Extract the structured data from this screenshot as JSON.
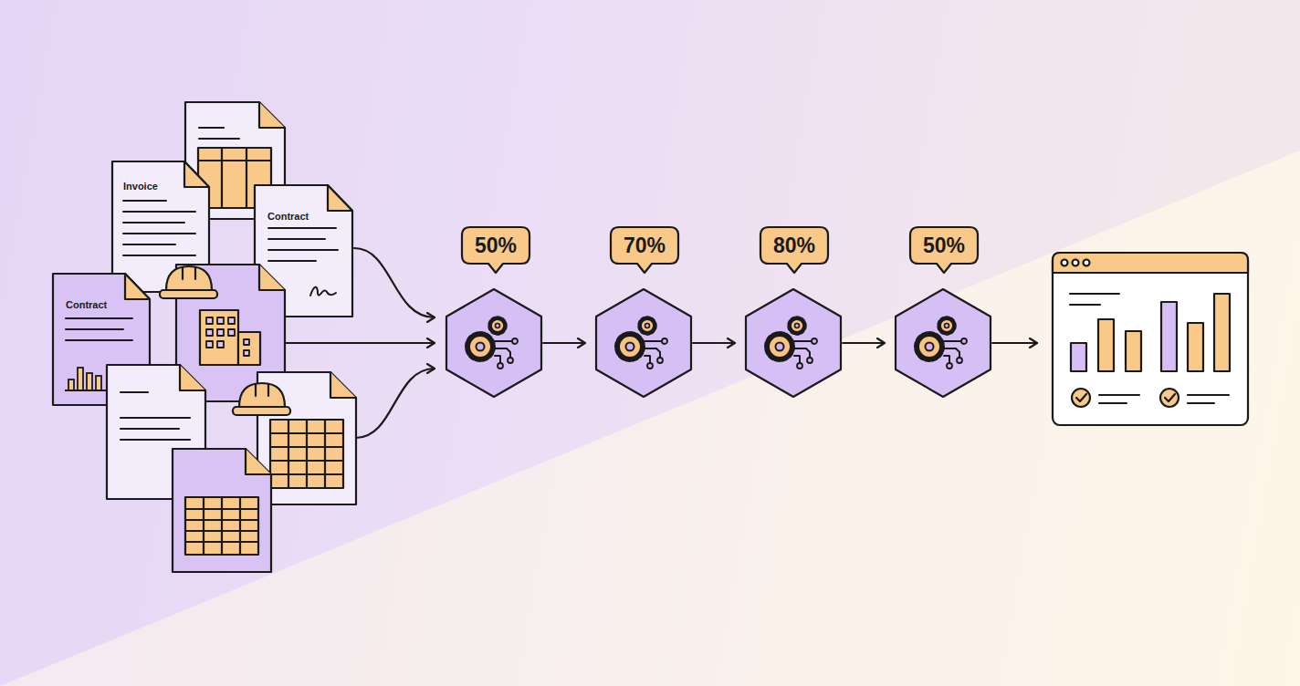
{
  "diagram": {
    "nodes": [
      {
        "text": [
          "Invoice"
        ]
      },
      {
        "text": [
          "Contract"
        ]
      },
      {
        "text": [
          "Contract"
        ]
      },
      {
        "text": [
          "50%"
        ]
      },
      {
        "text": [
          "70%"
        ]
      },
      {
        "text": [
          "80%"
        ]
      },
      {
        "text": [
          "50%"
        ]
      }
    ]
  }
}
